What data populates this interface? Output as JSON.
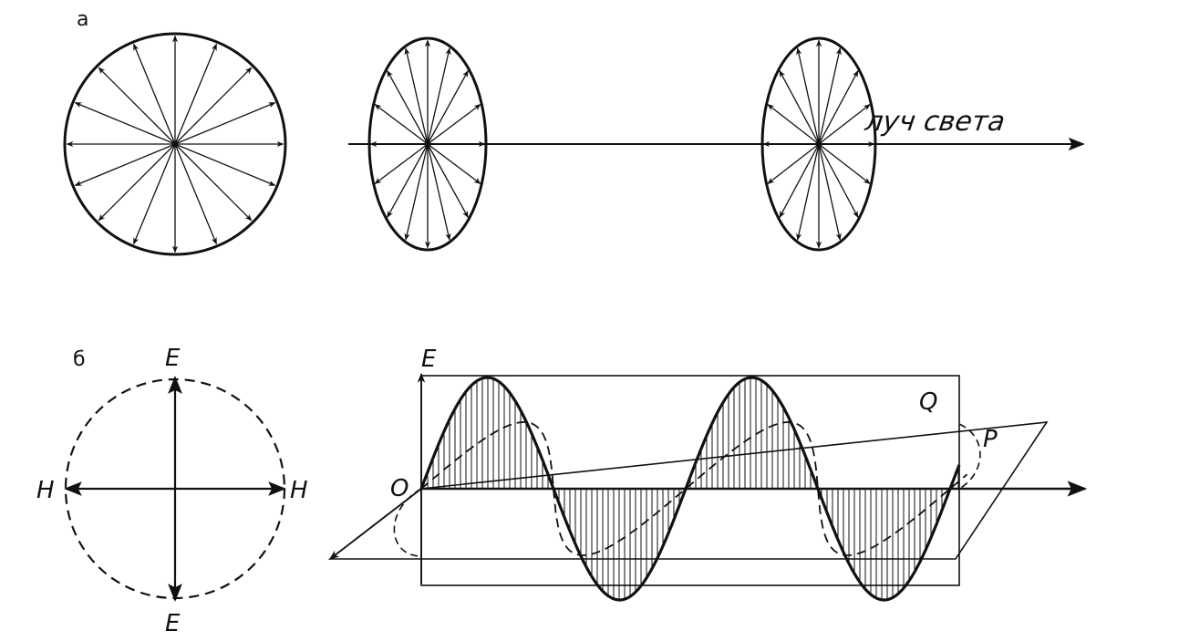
{
  "panel_a": {
    "label": "а",
    "ray_label": "луч света"
  },
  "panel_b": {
    "label": "б",
    "circle_top_label": "E",
    "circle_bottom_label": "E",
    "circle_left_label": "H",
    "circle_right_label": "H",
    "wave_axis_label": "E",
    "origin_label": "O",
    "plane_q_label": "Q",
    "plane_p_label": "P"
  },
  "colors": {
    "ink": "#111111",
    "background": "#ffffff"
  }
}
